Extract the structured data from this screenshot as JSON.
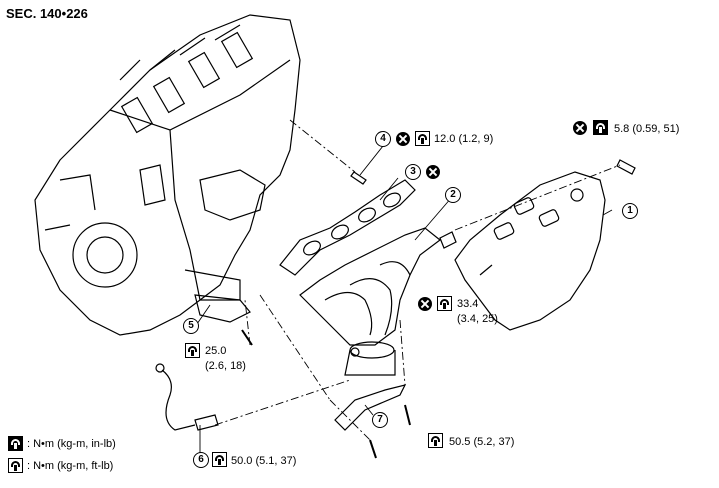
{
  "section": "SEC. 140•226",
  "callouts": [
    {
      "no": "1"
    },
    {
      "no": "2"
    },
    {
      "no": "3"
    },
    {
      "no": "4"
    },
    {
      "no": "5"
    },
    {
      "no": "6"
    },
    {
      "no": "7"
    }
  ],
  "torques": {
    "part4": "12.0 (1.2, 9)",
    "part1_bolt": "5.8 (0.59, 51)",
    "manifold_nut_line1": "33.4",
    "manifold_nut_line2": "(3.4, 25)",
    "part5_line1": "25.0",
    "part5_line2": "(2.6, 18)",
    "part6": "50.0 (5.1, 37)",
    "part7": "50.5 (5.2, 37)"
  },
  "legend": [
    {
      "icon": "wrench-filled-icon",
      "text": ": N•m (kg-m, in-lb)"
    },
    {
      "icon": "wrench-outline-icon",
      "text": ": N•m (kg-m, ft-lb)"
    }
  ]
}
